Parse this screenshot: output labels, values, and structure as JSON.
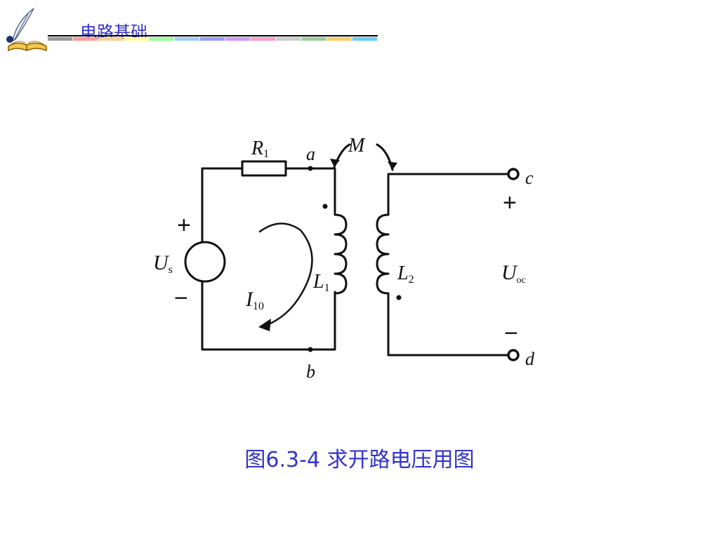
{
  "header": {
    "course_title": "电路基础",
    "accent_color": "#3333cc",
    "logo_icon": "quill-and-book-icon",
    "rule_colors": [
      "#999999",
      "#ff9999",
      "#ffcc99",
      "#ffff99",
      "#99ff99",
      "#99ccff",
      "#9999ff",
      "#cc99ff",
      "#ff99cc",
      "#cccccc",
      "#99cc99",
      "#ffcc66",
      "#66ccff"
    ]
  },
  "diagram": {
    "labels": {
      "R1": "R",
      "R1_sub": "1",
      "node_a": "a",
      "node_b": "b",
      "mutual": "M",
      "L1": "L",
      "L1_sub": "1",
      "L2": "L",
      "L2_sub": "2",
      "source": "U",
      "source_sub": "s",
      "current": "I",
      "current_sub": "10",
      "output": "U",
      "output_sub": "oc",
      "terminal_c": "c",
      "terminal_d": "d",
      "plus": "+",
      "minus": "−"
    }
  },
  "caption": "图6.3-4 求开路电压用图"
}
